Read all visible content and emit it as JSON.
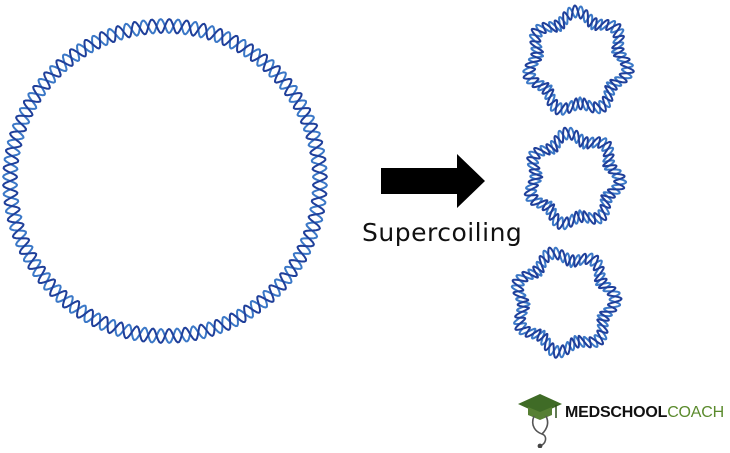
{
  "diagram": {
    "caption": "Supercoiling",
    "colors": {
      "strand_outer": "#1f3f9a",
      "strand_inner": "#3b78c7",
      "arrow": "#000000"
    }
  },
  "logo": {
    "name_part1": "MEDSCHOOL",
    "name_part2": "COACH",
    "colors": {
      "part1": "#111111",
      "part2": "#5a8a2c",
      "cap": "#3f6b26"
    },
    "icon": "graduation-cap-stethoscope-icon"
  }
}
